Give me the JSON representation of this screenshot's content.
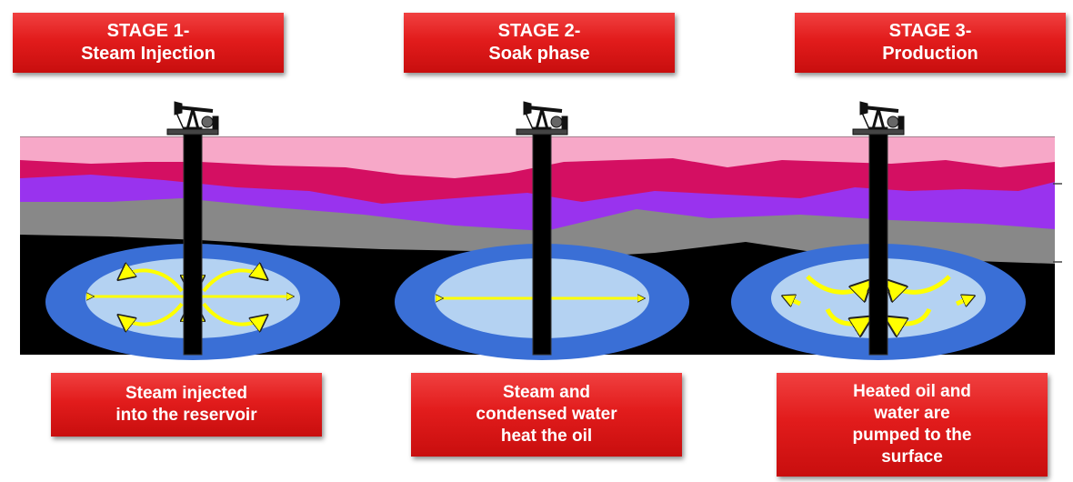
{
  "stages": [
    {
      "title": "STAGE 1-",
      "subtitle": "Steam Injection",
      "description": "Steam injected\ninto the reservoir"
    },
    {
      "title": "STAGE 2-",
      "subtitle": "Soak phase",
      "description": "Steam and\ncondensed water\nheat the oil"
    },
    {
      "title": "STAGE 3-",
      "subtitle": "Production",
      "description": "Heated oil and\nwater are\npumped to the\nsurface"
    }
  ],
  "colors": {
    "label_red": "#e21c1c",
    "surface_layer": "#f7a8c8",
    "crimson_layer": "#d40f62",
    "purple_layer": "#9933ee",
    "gray_layer": "#888888",
    "rock": "#000000",
    "reservoir_outer": "#3a6fd6",
    "reservoir_inner": "#b4d2f2",
    "arrows": "#ffff00"
  },
  "icons": [
    "pumpjack-icon"
  ]
}
